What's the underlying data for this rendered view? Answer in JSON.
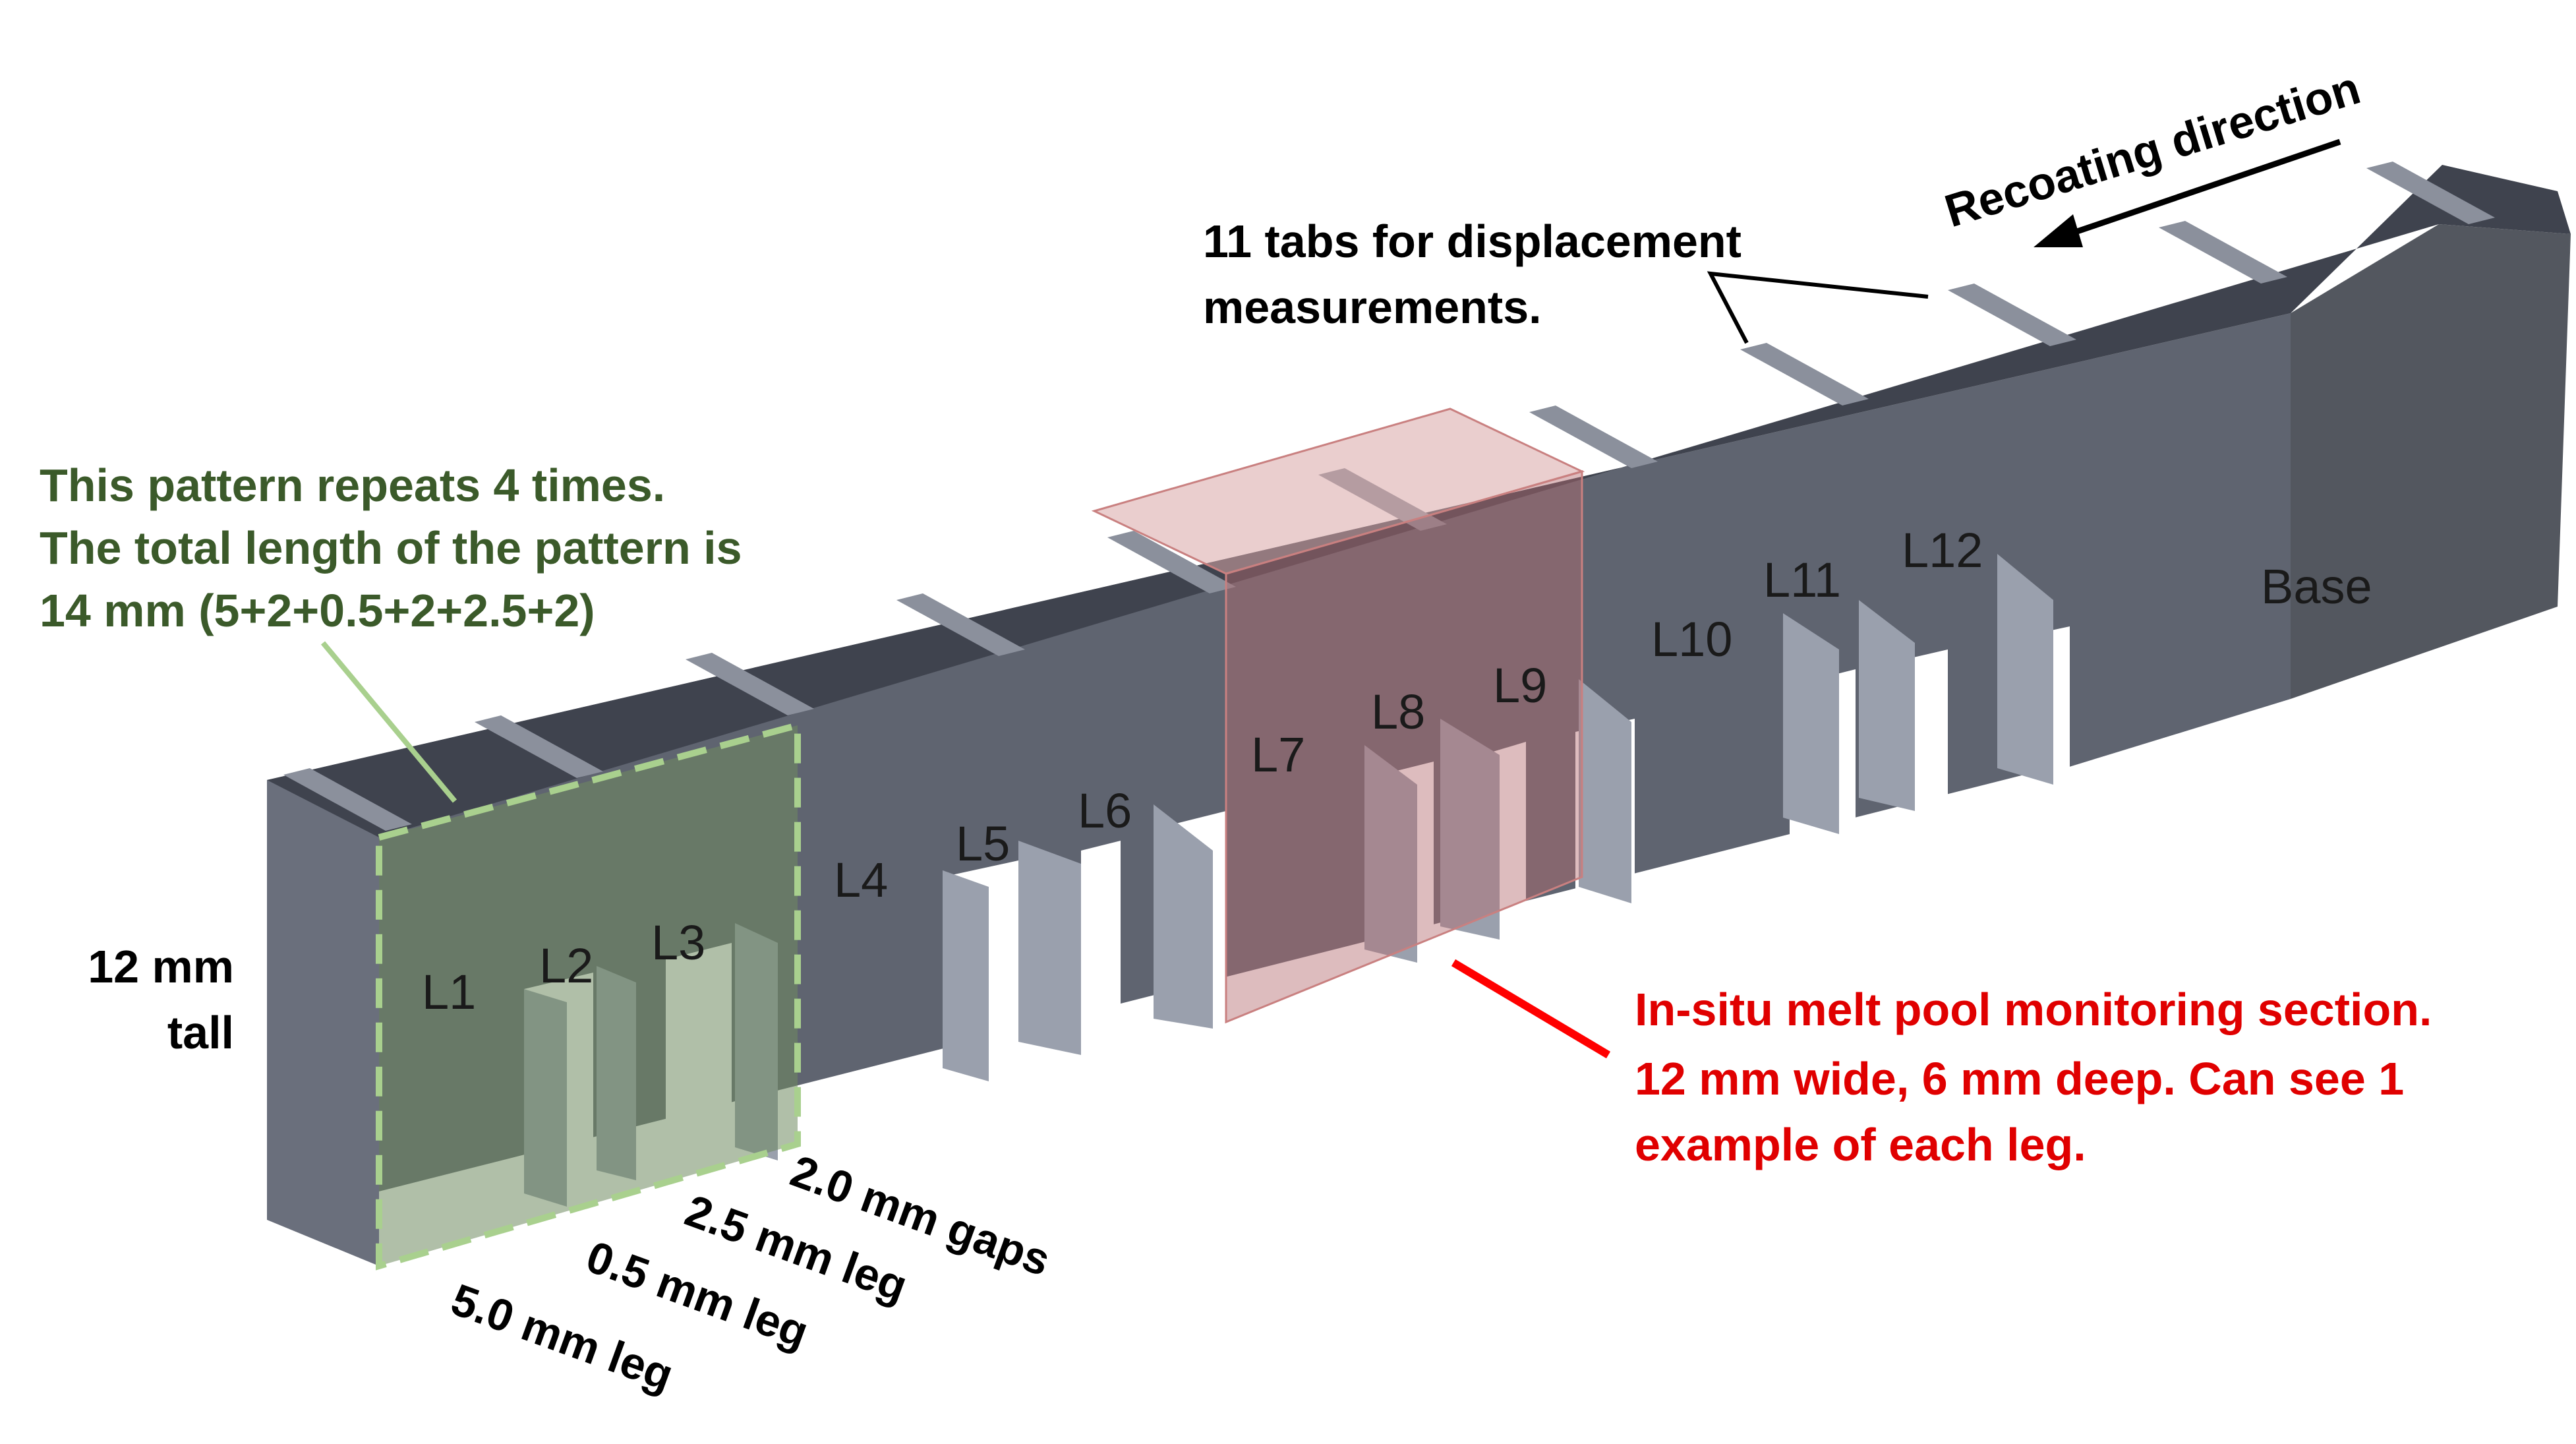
{
  "colors": {
    "front": "#5f6470",
    "top": "#3f434e",
    "leg_front": "#6e7484",
    "leg_side": "#9aa0ad",
    "green_fill": "#6f8a60",
    "green_line": "#a9d08e",
    "green_text": "#3b5a2a",
    "red_fill": "#c9898a",
    "red_line": "#ff0000",
    "red_text": "#e00000"
  },
  "annotations": {
    "pattern": [
      "This pattern repeats 4 times.",
      "The total length of the pattern is",
      "14 mm (5+2+0.5+2+2.5+2)"
    ],
    "tabs": [
      "11 tabs for displacement",
      "measurements."
    ],
    "recoating": "Recoating direction",
    "height": [
      "12 mm",
      "tall"
    ],
    "melt_pool": [
      "In-situ melt pool monitoring section.",
      "12 mm wide, 6 mm deep.  Can see 1",
      "example of each leg."
    ],
    "dims": [
      "5.0 mm leg",
      "0.5 mm leg",
      "2.5 mm leg",
      "2.0 mm gaps"
    ]
  },
  "legs": [
    "L1",
    "L2",
    "L3",
    "L4",
    "L5",
    "L6",
    "L7",
    "L8",
    "L9",
    "L10",
    "L11",
    "L12"
  ],
  "base_label": "Base"
}
